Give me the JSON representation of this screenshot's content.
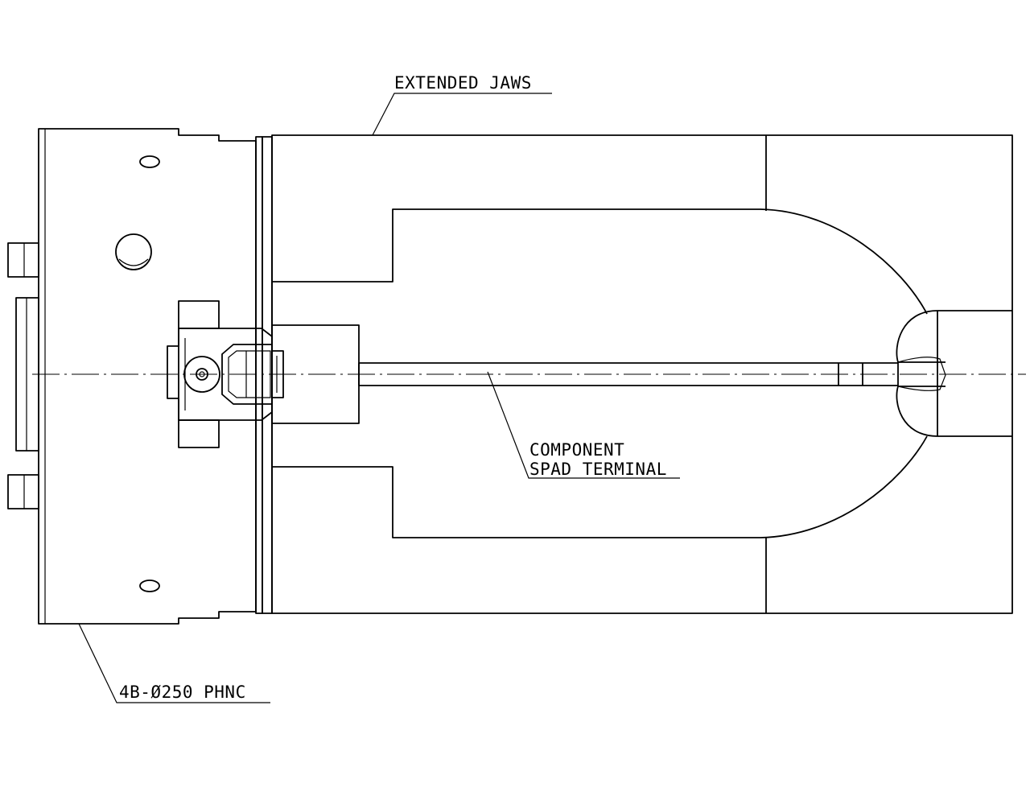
{
  "labels": {
    "extended_jaws": "EXTENDED JAWS",
    "component_line1": "COMPONENT",
    "component_line2": "SPAD TERMINAL",
    "chuck": "4B-Ø250 PHNC"
  }
}
